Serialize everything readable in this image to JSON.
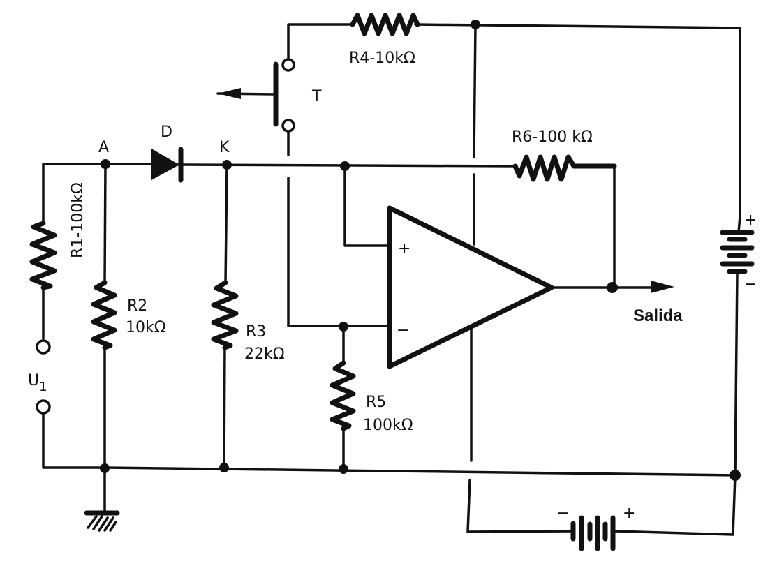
{
  "diagram": {
    "type": "electronic-schematic",
    "components": {
      "R1": {
        "label": "R1-100kΩ"
      },
      "R2": {
        "name": "R2",
        "value": "10kΩ"
      },
      "R3": {
        "name": "R3",
        "value": "22kΩ"
      },
      "R4": {
        "label": "R4-10kΩ"
      },
      "R5": {
        "name": "R5",
        "value": "100kΩ"
      },
      "R6": {
        "label": "R6-100 kΩ"
      },
      "D": {
        "label": "D"
      },
      "T": {
        "label": "T"
      }
    },
    "nodes": {
      "A": "A",
      "K": "K"
    },
    "input": {
      "label": "U",
      "subscript": "1"
    },
    "output": {
      "label": "Salida"
    },
    "opamp": {
      "plus": "+",
      "minus": "−"
    },
    "battery_right": {
      "plus": "+",
      "minus": "−"
    },
    "battery_bottom": {
      "plus": "+",
      "minus": "−"
    }
  }
}
